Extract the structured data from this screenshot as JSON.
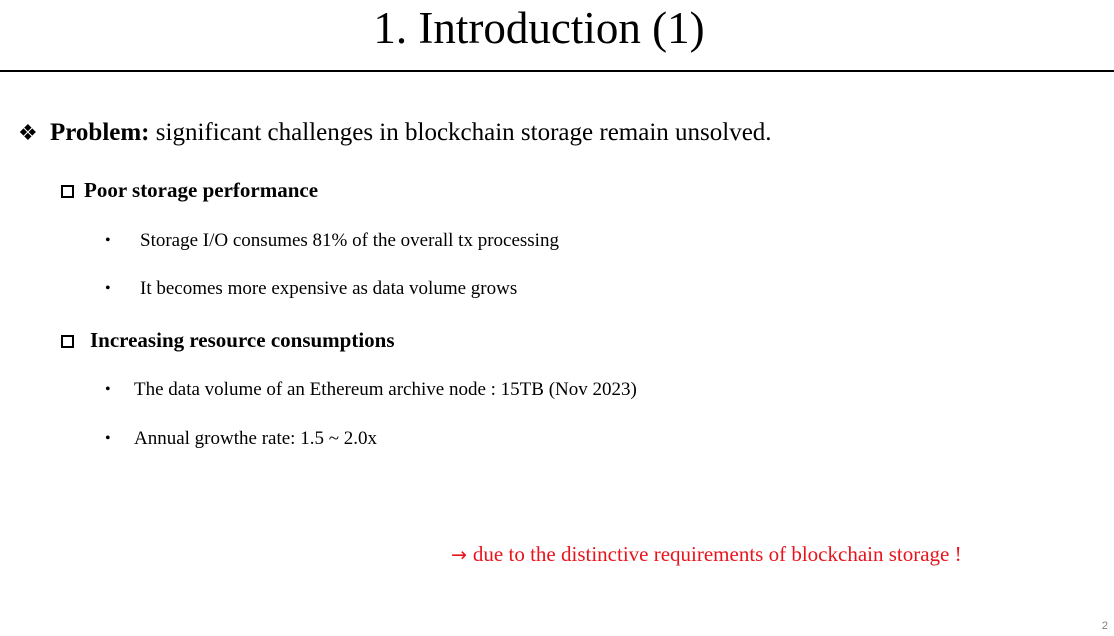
{
  "slide": {
    "title": "1. Introduction (1)",
    "page_number": "2"
  },
  "problem": {
    "bullet": "❖",
    "label": "Problem:",
    "text": " significant challenges in blockchain storage remain unsolved."
  },
  "sections": [
    {
      "heading": "Poor storage performance",
      "points": [
        "Storage I/O consumes 81% of the overall tx processing",
        "It becomes more expensive as data volume grows"
      ]
    },
    {
      "heading": "Increasing resource consumptions",
      "points": [
        "The data volume of an Ethereum archive node : 15TB (Nov 2023)",
        "Annual growthe rate: 1.5 ~ 2.0x"
      ]
    }
  ],
  "conclusion": {
    "arrow": "→",
    "text": "due to the distinctive requirements of blockchain storage !",
    "color": "#e8141c"
  }
}
